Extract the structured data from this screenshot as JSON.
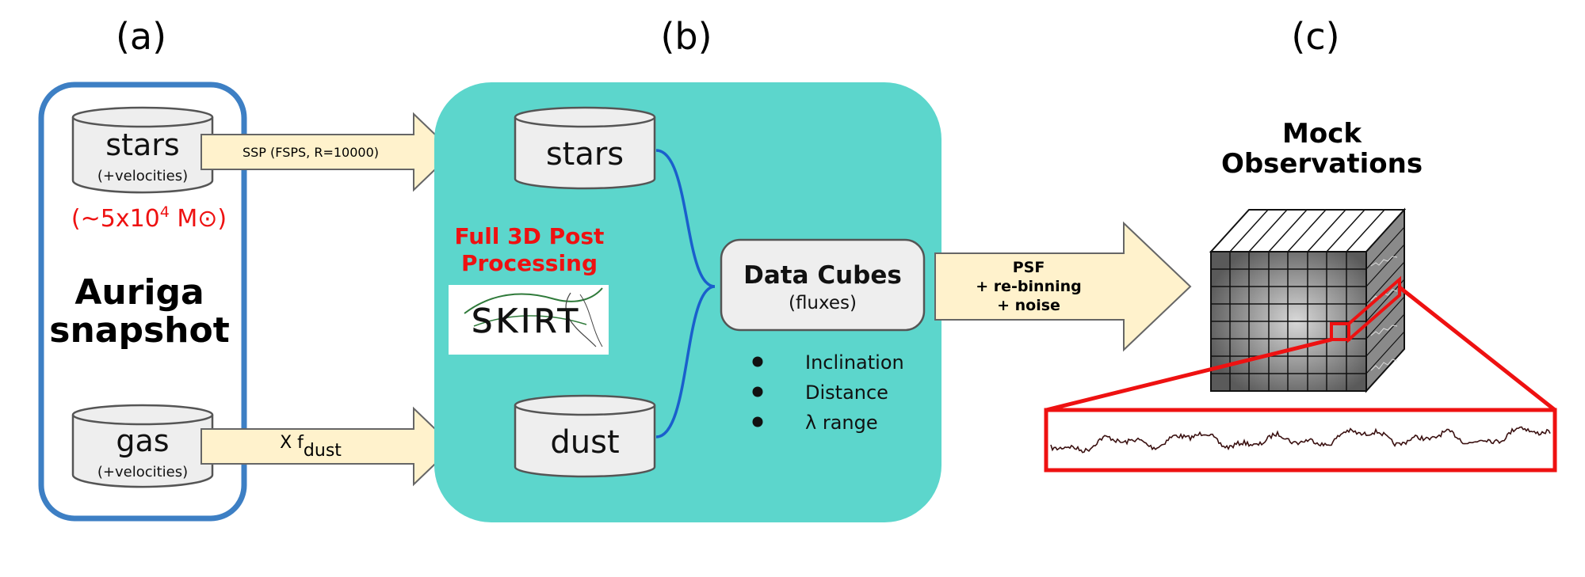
{
  "panels": {
    "a": "(a)",
    "b": "(b)",
    "c": "(c)"
  },
  "panel_a": {
    "stars_label": "stars",
    "stars_sub": "(+velocities)",
    "mass_note_pre": "(~5x10",
    "mass_note_sup": "4",
    "mass_note_post": " M⊙)",
    "title_line1": "Auriga",
    "title_line2": "snapshot",
    "gas_label": "gas",
    "gas_sub": "(+velocities)"
  },
  "arrows": {
    "ssp_text": "SSP (FSPS, R=10000)",
    "dust_text_pre": "X f",
    "dust_text_sub": "dust",
    "psf_line1": "PSF",
    "psf_line2": "+ re-binning",
    "psf_line3": "+ noise"
  },
  "panel_b": {
    "stars_label": "stars",
    "dust_label": "dust",
    "processing_line1": "Full 3D  Post",
    "processing_line2": "Processing",
    "logo_text": "SKIRT",
    "datacubes_line1": "Data Cubes",
    "datacubes_line2": "(fluxes)",
    "params": [
      "Inclination",
      "Distance",
      "λ range"
    ]
  },
  "panel_c": {
    "title_line1": "Mock",
    "title_line2": "Observations"
  },
  "colors": {
    "blue_frame": "#3d7fc4",
    "teal_panel": "#5cd6cc",
    "arrow_fill": "#fff2cc",
    "red_accent": "#ee1111",
    "connector_blue": "#1a5fcc"
  }
}
